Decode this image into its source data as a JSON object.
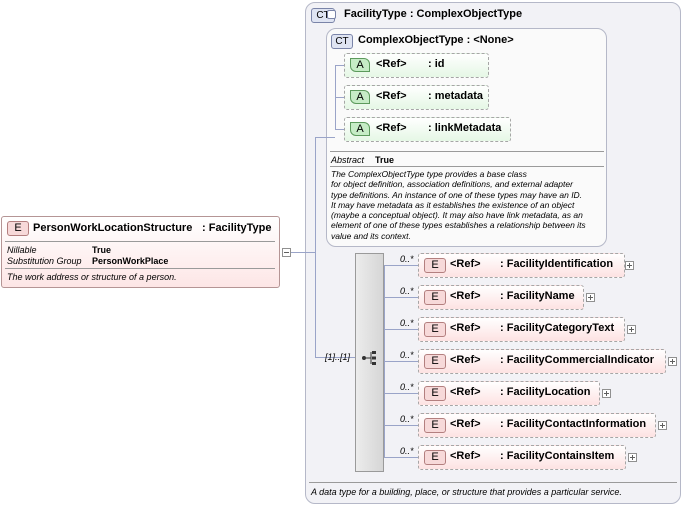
{
  "root": {
    "badge": "E",
    "name": "PersonWorkLocationStructure",
    "type": ": FacilityType",
    "props": [
      {
        "key": "Nillable",
        "value": "True"
      },
      {
        "key": "Substitution Group",
        "value": "PersonWorkPlace"
      }
    ],
    "doc": "The work address or structure of a person."
  },
  "facility_type": {
    "badge": "CT",
    "title": "FacilityType : ComplexObjectType",
    "doc": "A data type for a building, place, or structure that provides a particular service."
  },
  "complex_object_type": {
    "badge": "CT",
    "title": "ComplexObjectType : <None>",
    "attributes": [
      {
        "badge": "A",
        "ref": "<Ref>",
        "name": ": id"
      },
      {
        "badge": "A",
        "ref": "<Ref>",
        "name": ": metadata"
      },
      {
        "badge": "A",
        "ref": "<Ref>",
        "name": ": linkMetadata"
      }
    ],
    "abstract_key": "Abstract",
    "abstract_value": "True",
    "doc_lines": [
      "The ComplexObjectType type provides a base class",
      "for object definition, association definitions, and external adapter",
      "type definitions. An instance of one of these types may have an ID.",
      "It may have metadata as it establishes the existence of an object",
      "(maybe a conceptual object). It may also have link metadata, as an",
      "element of one of these types establishes a relationship between its",
      "value and its context."
    ]
  },
  "sequence": {
    "occurrence": "[1]..[1]",
    "elements": [
      {
        "occ": "0..*",
        "badge": "E",
        "ref": "<Ref>",
        "name": ": FacilityIdentification"
      },
      {
        "occ": "0..*",
        "badge": "E",
        "ref": "<Ref>",
        "name": ": FacilityName"
      },
      {
        "occ": "0..*",
        "badge": "E",
        "ref": "<Ref>",
        "name": ": FacilityCategoryText"
      },
      {
        "occ": "0..*",
        "badge": "E",
        "ref": "<Ref>",
        "name": ": FacilityCommercialIndicator"
      },
      {
        "occ": "0..*",
        "badge": "E",
        "ref": "<Ref>",
        "name": ": FacilityLocation"
      },
      {
        "occ": "0..*",
        "badge": "E",
        "ref": "<Ref>",
        "name": ": FacilityContactInformation"
      },
      {
        "occ": "0..*",
        "badge": "E",
        "ref": "<Ref>",
        "name": ": FacilityContainsItem"
      }
    ]
  }
}
